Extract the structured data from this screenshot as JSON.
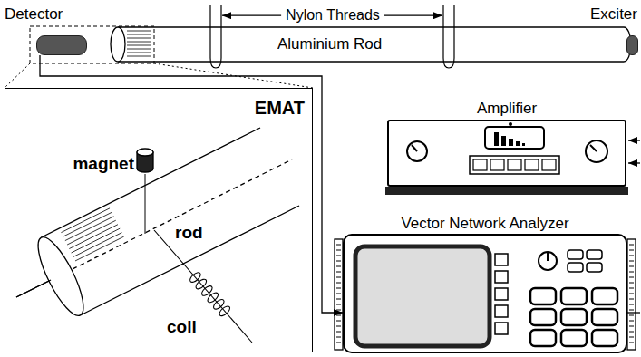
{
  "diagram": {
    "nodes": [
      {
        "text": [
          "Detector"
        ]
      },
      {
        "text": [
          "Aluminium Rod"
        ]
      },
      {
        "text": [
          "Exciter"
        ]
      },
      {
        "text": [
          "EMAT"
        ]
      },
      {
        "text": [
          "Amplifier"
        ]
      },
      {
        "text": [
          "Vector Network Analyzer"
        ]
      }
    ],
    "edges": [
      {
        "from": 0,
        "to": 5,
        "arrow": "to"
      }
    ],
    "labels": [
      "Nylon Threads",
      "magnet",
      "rod",
      "coil"
    ]
  }
}
